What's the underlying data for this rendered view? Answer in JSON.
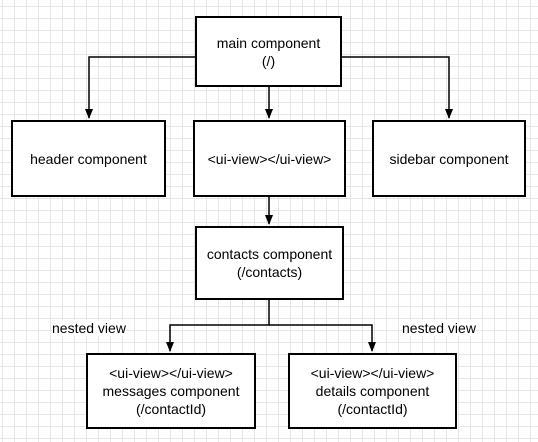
{
  "nodes": {
    "main": {
      "line1": "main component",
      "line2": "(/)"
    },
    "header": {
      "line1": "header component"
    },
    "uiview": {
      "line1": "<ui-view></ui-view>"
    },
    "sidebar": {
      "line1": "sidebar component"
    },
    "contacts": {
      "line1": "contacts component",
      "line2": "(/contacts)"
    },
    "messages": {
      "line1": "<ui-view></ui-view>",
      "line2": "messages component",
      "line3": "(/contactId)"
    },
    "details": {
      "line1": "<ui-view></ui-view>",
      "line2": "details component",
      "line3": "(/contactId)"
    }
  },
  "edge_labels": {
    "nested_left": "nested view",
    "nested_right": "nested view"
  },
  "colors": {
    "stroke": "#000000",
    "grid": "#e6e6e6",
    "background": "#ffffff"
  }
}
